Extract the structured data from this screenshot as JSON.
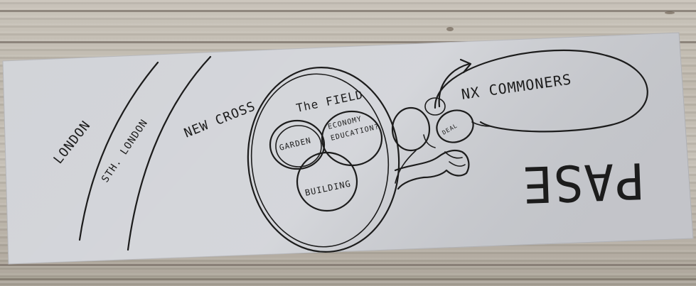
{
  "labels": {
    "london": "LONDON",
    "sth_london": "STH. LONDON",
    "new_cross": "NEW CROSS",
    "the_field": "The FIELD",
    "garden": "GARDEN",
    "economy": "ECONOMY",
    "education": "EDUCATION?",
    "building": "BUILDING",
    "nx_commoners": "NX COMMONERS",
    "small_circle": "DEAL",
    "pase": "PASE"
  }
}
